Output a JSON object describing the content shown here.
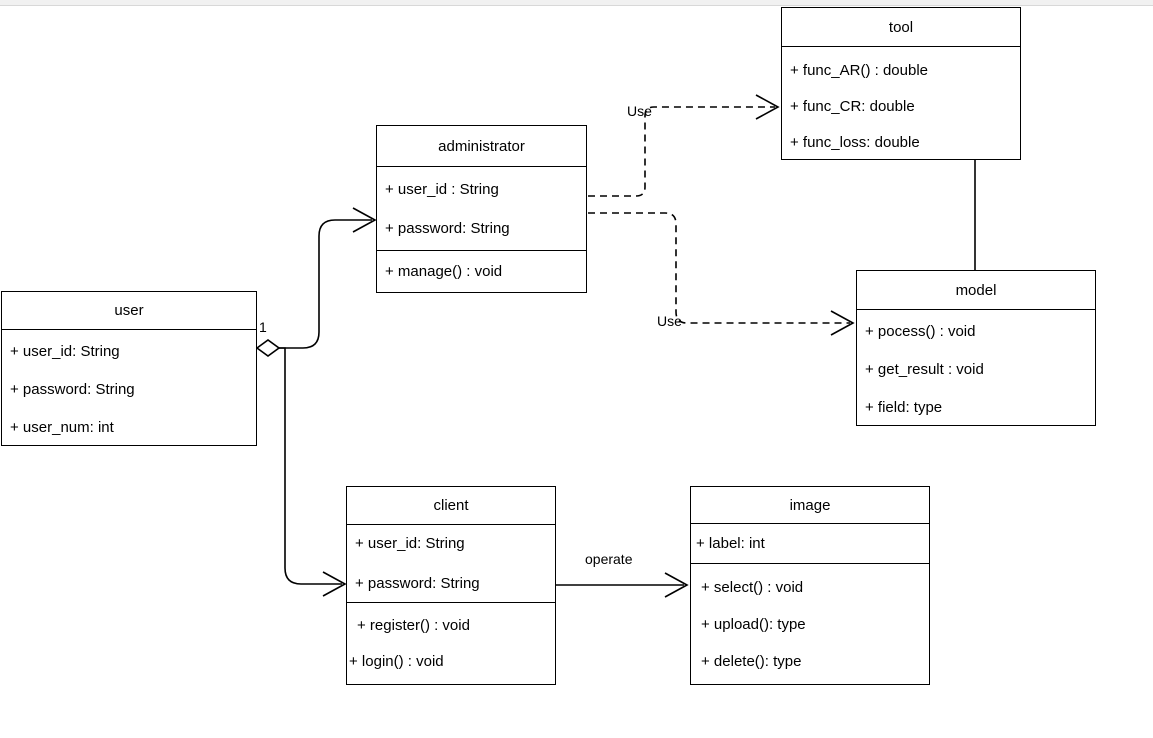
{
  "diagram": {
    "kind": "uml-class-diagram",
    "background": "#ffffff",
    "line_color": "#000000",
    "text_color": "#000000"
  },
  "classes": {
    "tool": {
      "name": "tool",
      "members": [
        "+ func_AR() : double",
        "+ func_CR: double",
        "+ func_loss: double"
      ]
    },
    "administrator": {
      "name": "administrator",
      "attributes": [
        "+ user_id : String",
        "+ password: String"
      ],
      "methods": [
        "+ manage() : void"
      ]
    },
    "user": {
      "name": "user",
      "attributes": [
        "+ user_id: String",
        "+ password: String",
        "+ user_num: int"
      ]
    },
    "model": {
      "name": "model",
      "members": [
        "+ pocess() : void",
        "+ get_result : void",
        "+ field: type"
      ]
    },
    "client": {
      "name": "client",
      "attributes": [
        "+ user_id: String",
        "+ password: String"
      ],
      "methods": [
        "+ register() : void",
        "+ login() : void"
      ]
    },
    "image": {
      "name": "image",
      "attributes": [
        "+ label: int"
      ],
      "methods": [
        "+ select() : void",
        "+ upload(): type",
        "+ delete(): type"
      ]
    }
  },
  "edges": {
    "use_tool_label": "Use",
    "use_model_label": "Use",
    "operate_label": "operate",
    "user_multiplicity": "1"
  }
}
